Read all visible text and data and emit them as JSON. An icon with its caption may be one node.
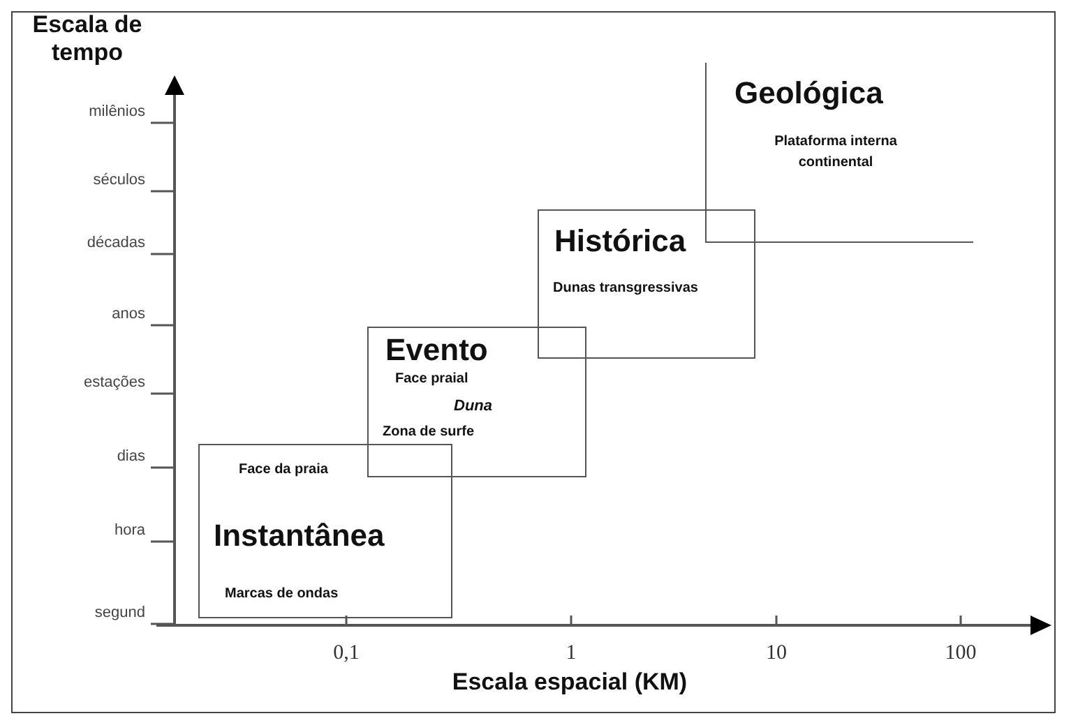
{
  "diagram": {
    "nodes": [
      {
        "text": [
          "Face da praia",
          "Instantânea",
          "Marcas de ondas"
        ]
      },
      {
        "text": [
          "Evento",
          "Face praial",
          "Duna",
          "Zona de surfe"
        ]
      },
      {
        "text": [
          "Histórica",
          "Dunas transgressivas"
        ]
      },
      {
        "text": [
          "Geológica",
          "Plataforma interna continental"
        ]
      }
    ],
    "edges": [],
    "labels": [
      "Escala de tempo",
      "milênios",
      "séculos",
      "décadas",
      "anos",
      "estações",
      "dias",
      "hora",
      "segund",
      "0,1",
      "1",
      "10",
      "100",
      "Escala espacial (KM)"
    ]
  }
}
